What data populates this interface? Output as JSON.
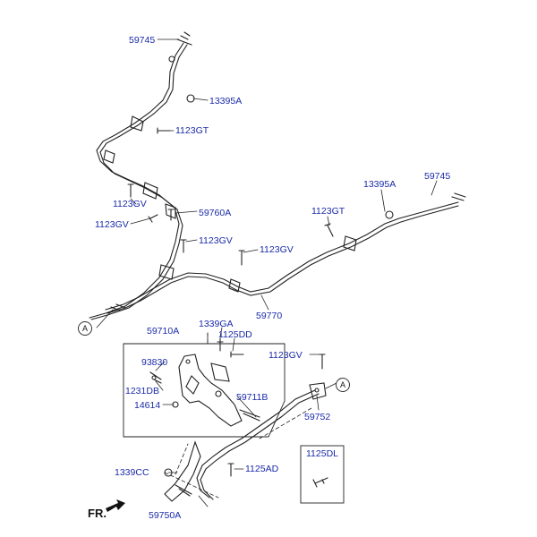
{
  "parts": {
    "p59745_top": "59745",
    "p13395A_top": "13395A",
    "p1123GT_left": "1123GT",
    "p1123GV_a": "1123GV",
    "p59760A": "59760A",
    "p1123GV_b": "1123GV",
    "p1123GV_c": "1123GV",
    "p1123GV_d": "1123GV",
    "p1123GT_right": "1123GT",
    "p13395A_right": "13395A",
    "p59745_right": "59745",
    "p59770": "59770",
    "p1339GA": "1339GA",
    "p59710A": "59710A",
    "p1125DD": "1125DD",
    "p93830": "93830",
    "p1231DB": "1231DB",
    "p14614": "14614",
    "p59711B": "59711B",
    "p1123GV_e": "1123GV",
    "p59752": "59752",
    "p1339CC": "1339CC",
    "p1125AD": "1125AD",
    "p59750A": "59750A",
    "p1125DL": "1125DL"
  },
  "refs": {
    "a_left": "A",
    "a_right": "A"
  },
  "direction": "FR."
}
